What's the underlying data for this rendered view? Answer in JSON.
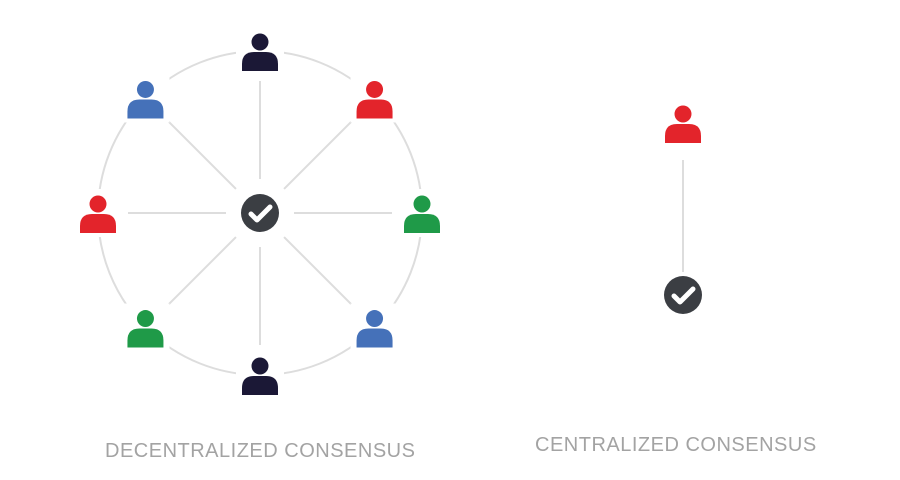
{
  "decentralized": {
    "label": "DECENTRALIZED CONSENSUS",
    "nodes": [
      {
        "position": "top",
        "color": "#1b1836"
      },
      {
        "position": "top-right",
        "color": "#e3242b"
      },
      {
        "position": "right",
        "color": "#1f9a48"
      },
      {
        "position": "bottom-right",
        "color": "#4571b9"
      },
      {
        "position": "bottom",
        "color": "#1b1836"
      },
      {
        "position": "bottom-left",
        "color": "#1f9a48"
      },
      {
        "position": "left",
        "color": "#e3242b"
      },
      {
        "position": "top-left",
        "color": "#4571b9"
      }
    ],
    "center_icon": "check-icon"
  },
  "centralized": {
    "label": "CENTRALIZED CONSENSUS",
    "node": {
      "color": "#e3242b"
    },
    "center_icon": "check-icon"
  },
  "colors": {
    "line": "#dddddd",
    "check_bg": "#3b3e43",
    "text": "#a3a3a3"
  }
}
